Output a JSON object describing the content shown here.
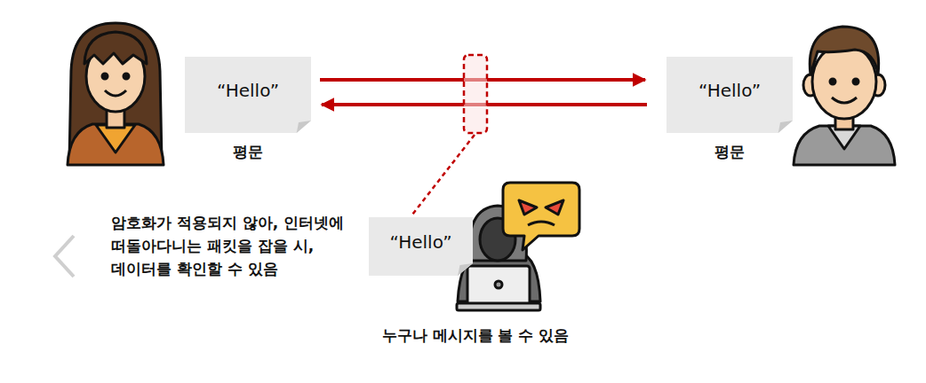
{
  "diagram": {
    "nodes": [
      {
        "text": [
          "“Hello”",
          "평문"
        ]
      },
      {
        "text": [
          "“Hello”",
          "평문"
        ]
      },
      {
        "text": [
          "“Hello”"
        ]
      }
    ],
    "edges": [
      {
        "from": 0,
        "to": 1,
        "arrow": "to"
      },
      {
        "from": 1,
        "to": 0,
        "arrow": "to"
      }
    ],
    "labels": [
      "암호화가 적용되지 않아, 인터넷에 떠돌아다니는 패킷을 잡을 시, 데이터를 확인할 수 있음",
      "누구나 메시지를 볼 수 있음"
    ]
  }
}
